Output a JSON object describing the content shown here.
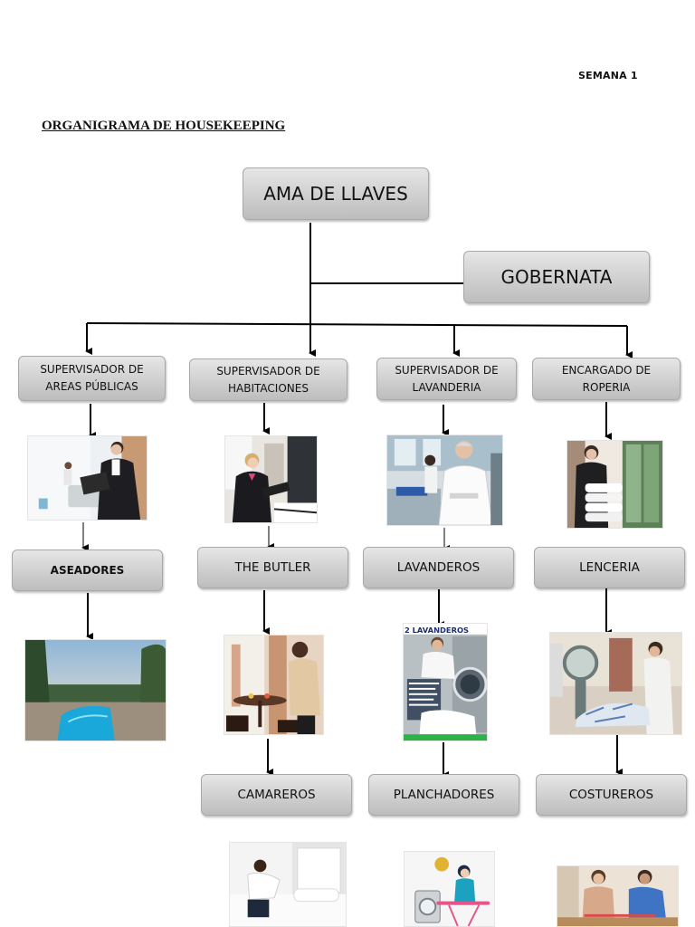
{
  "header": {
    "week": "SEMANA 1"
  },
  "title": "ORGANIGRAMA DE HOUSEKEEPING",
  "nodes": {
    "head": "AMA DE LLAVES",
    "deputy": "GOBERNATA",
    "supervisors": [
      "SUPERVISADOR DE AREAS PÚBLICAS",
      "SUPERVISADOR DE HABITACIONES",
      "SUPERVISADOR DE LAVANDERIA",
      "ENCARGADO DE ROPERIA"
    ],
    "staff_level1": [
      "ASEADORES",
      "THE BUTLER",
      "LAVANDEROS",
      "LENCERIA"
    ],
    "staff_level2": [
      "CAMAREROS",
      "PLANCHADORES",
      "COSTUREROS"
    ]
  },
  "poster": {
    "heading": "2 LAVANDEROS"
  },
  "colors": {
    "box_top": "#e6e6e6",
    "box_bottom": "#bdbdbd",
    "border": "#a9a9a9",
    "line": "#000000"
  }
}
